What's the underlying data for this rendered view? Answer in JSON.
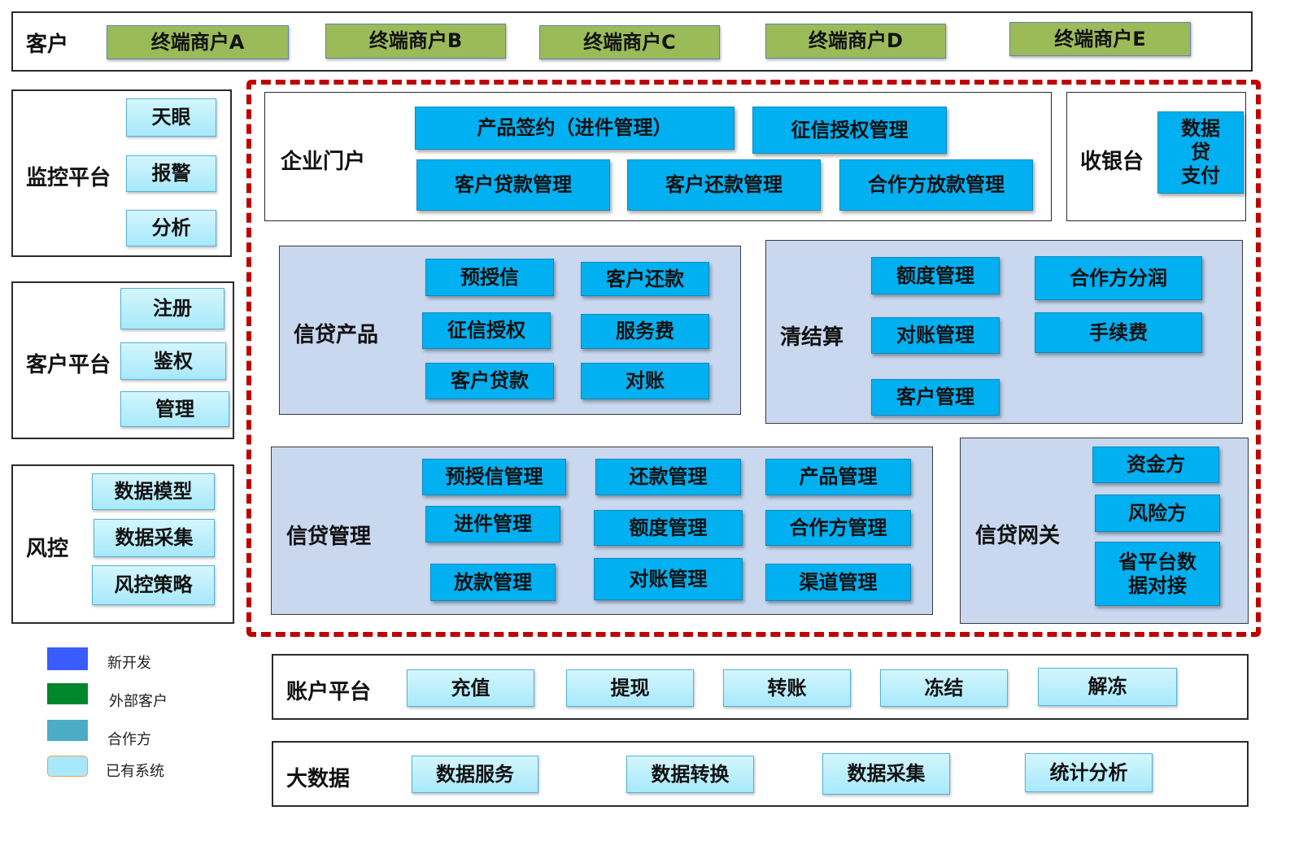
{
  "customer": {
    "label": "客户",
    "merchants": [
      "终端商户A",
      "终端商户B",
      "终端商户C",
      "终端商户D",
      "终端商户E"
    ]
  },
  "monitor": {
    "label": "监控平台",
    "items": [
      "天眼",
      "报警",
      "分析"
    ]
  },
  "customer_platform": {
    "label": "客户平台",
    "items": [
      "注册",
      "鉴权",
      "管理"
    ]
  },
  "risk": {
    "label": "风控",
    "items": [
      "数据模型",
      "数据采集",
      "风控策略"
    ]
  },
  "enterprise_portal": {
    "label": "企业门户",
    "items": [
      "产品签约（进件管理）",
      "征信授权管理",
      "客户贷款管理",
      "客户还款管理",
      "合作方放款管理"
    ]
  },
  "cashier": {
    "label": "收银台",
    "item": "数据\n贷\n支付"
  },
  "credit_product": {
    "label": "信贷产品",
    "items": [
      "预授信",
      "客户还款",
      "征信授权",
      "服务费",
      "客户贷款",
      "对账"
    ]
  },
  "clearing": {
    "label": "清结算",
    "items": [
      "额度管理",
      "合作方分润",
      "对账管理",
      "手续费",
      "客户管理"
    ]
  },
  "credit_mgmt": {
    "label": "信贷管理",
    "items": [
      "预授信管理",
      "还款管理",
      "产品管理",
      "进件管理",
      "额度管理",
      "合作方管理",
      "放款管理",
      "对账管理",
      "渠道管理"
    ]
  },
  "credit_gateway": {
    "label": "信贷网关",
    "items": [
      "资金方",
      "风险方",
      "省平台数\n据对接"
    ]
  },
  "account_platform": {
    "label": "账户平台",
    "items": [
      "充值",
      "提现",
      "转账",
      "冻结",
      "解冻"
    ]
  },
  "bigdata": {
    "label": "大数据",
    "items": [
      "数据服务",
      "数据转换",
      "数据采集",
      "统计分析"
    ]
  },
  "legend": {
    "items": [
      {
        "label": "新开发",
        "color": "#3a5cff"
      },
      {
        "label": "外部客户",
        "color": "#00862d"
      },
      {
        "label": "合作方",
        "color": "#4bacc6"
      },
      {
        "label": "已有系统",
        "color": "#a7e9fb"
      }
    ]
  }
}
